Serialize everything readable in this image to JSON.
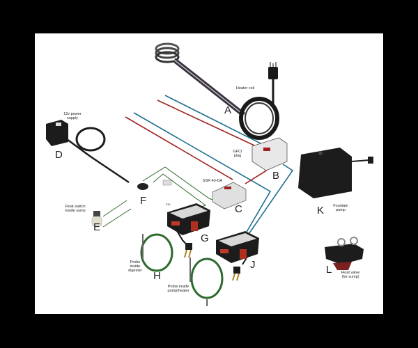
{
  "diagram": {
    "components": [
      {
        "letter": "A",
        "caption": "Heater coil"
      },
      {
        "letter": "B",
        "caption": "GFCI\nplug"
      },
      {
        "letter": "C",
        "caption": "SSR 40-DA"
      },
      {
        "letter": "D",
        "caption": "12v power\nsupply"
      },
      {
        "letter": "E",
        "caption": "Float switch\ninside sump"
      },
      {
        "letter": "F",
        "caption": ""
      },
      {
        "letter": "G",
        "caption": "PID"
      },
      {
        "letter": "H",
        "caption": "Probe\ninside\ndigester"
      },
      {
        "letter": "I",
        "caption": "Probe inside\npump/heater"
      },
      {
        "letter": "J",
        "caption": ""
      },
      {
        "letter": "K",
        "caption": "Fountain\npump"
      },
      {
        "letter": "L",
        "caption": "Float valve\n(for sump)"
      }
    ],
    "colors": {
      "red_wire": "#a02020",
      "blue_wire": "#1f6f8f",
      "green_wire": "#2e6b2e",
      "device": "#1c1c1c",
      "display": "#c0392b"
    }
  }
}
